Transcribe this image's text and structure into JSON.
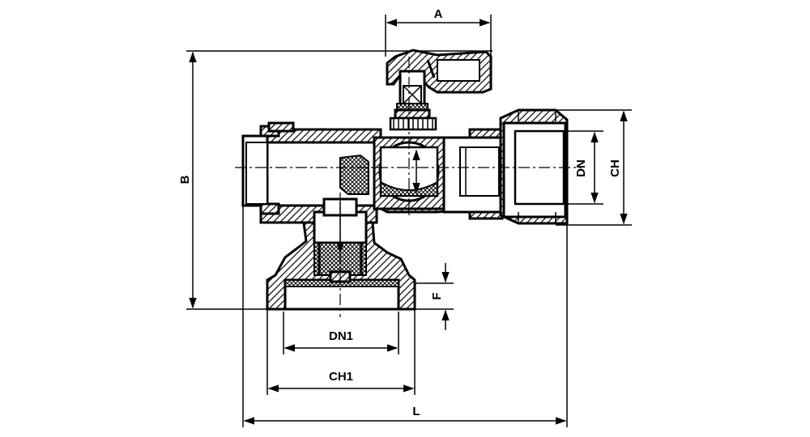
{
  "labels": {
    "a": "A",
    "b": "B",
    "dn": "DN",
    "ch": "CH",
    "f": "F",
    "dn1": "DN1",
    "ch1": "CH1",
    "l": "L"
  },
  "colors": {
    "line": "#000000",
    "background": "#ffffff"
  }
}
